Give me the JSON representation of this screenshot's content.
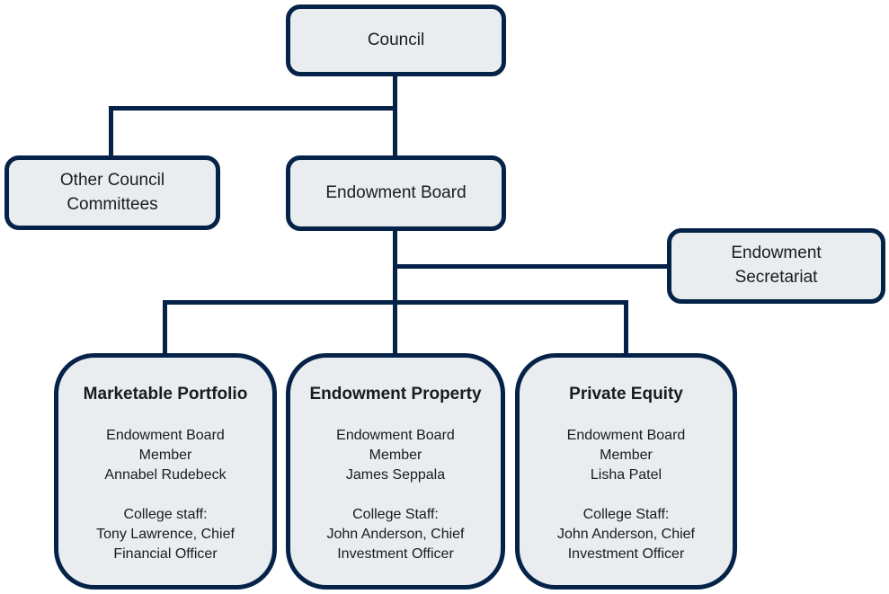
{
  "colors": {
    "line": "#052348",
    "box_fill": "#e9edf0",
    "box_border": "#052348",
    "text": "#1b1b1b"
  },
  "nodes": {
    "council": {
      "label": "Council"
    },
    "other_committees": {
      "label": "Other Council Committees"
    },
    "endowment_board": {
      "label": "Endowment Board"
    },
    "endowment_secretariat": {
      "label": "Endowment Secretariat"
    },
    "marketable_portfolio": {
      "title": "Marketable Portfolio",
      "lines": [
        "Endowment Board",
        "Member",
        "Annabel Rudebeck",
        "",
        "College staff:",
        "Tony Lawrence, Chief",
        "Financial Officer"
      ]
    },
    "endowment_property": {
      "title": "Endowment Property",
      "lines": [
        "Endowment Board",
        "Member",
        "James Seppala",
        "",
        "College Staff:",
        "John Anderson, Chief",
        "Investment Officer"
      ]
    },
    "private_equity": {
      "title": "Private Equity",
      "lines": [
        "Endowment Board",
        "Member",
        "Lisha Patel",
        "",
        "College Staff:",
        "John Anderson, Chief",
        "Investment Officer"
      ]
    }
  }
}
